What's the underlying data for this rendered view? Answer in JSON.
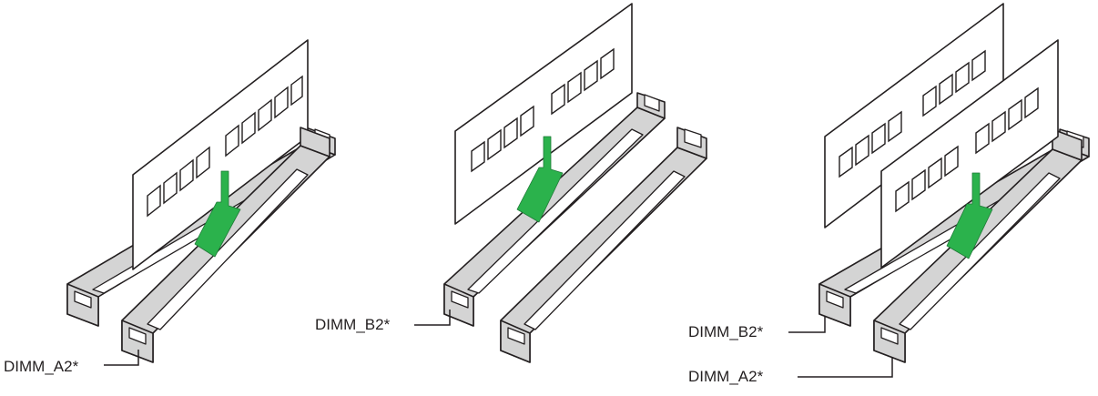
{
  "labels": {
    "panel1_slot": "DIMM_A2*",
    "panel2_slot": "DIMM_B2*",
    "panel3_slot_upper": "DIMM_B2*",
    "panel3_slot_lower": "DIMM_A2*"
  },
  "colors": {
    "arrow": "#2bb24c",
    "slot_fill": "#d4d4d4",
    "outline": "#231f20"
  }
}
